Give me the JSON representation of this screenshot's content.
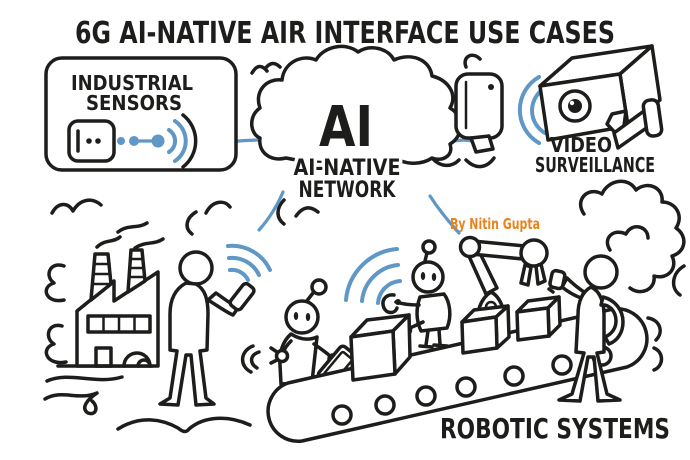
{
  "title": "6G AI-NATIVE AIR INTERFACE USE CASES",
  "credit": {
    "text": "By Nitin Gupta",
    "color": "#e8831c"
  },
  "palette": {
    "ink": "#1d1d1b",
    "accent_blue": "#5f97c6",
    "background": "#ffffff"
  },
  "nodes": {
    "industrial_sensors": {
      "line1": "INDUSTRIAL",
      "line2": "SENSORS"
    },
    "ai_network": {
      "acronym": "AI",
      "line1": "AI-NATIVE",
      "line2": "NETWORK"
    },
    "video_surveillance": {
      "line1": "VIDEO",
      "line2": "SURVEILLANCE"
    },
    "robotic_systems": {
      "label": "ROBOTIC SYSTEMS"
    }
  },
  "icons": [
    "sensor-device-icon",
    "wifi-signal-icon",
    "ai-cloud-icon",
    "wall-transmitter-icon",
    "cctv-camera-icon",
    "factory-icon",
    "smartphone-icon",
    "robot-worker-icon",
    "tablet-icon",
    "robotic-arm-icon",
    "conveyor-belt-icon",
    "cargo-box-icon",
    "person-icon"
  ]
}
